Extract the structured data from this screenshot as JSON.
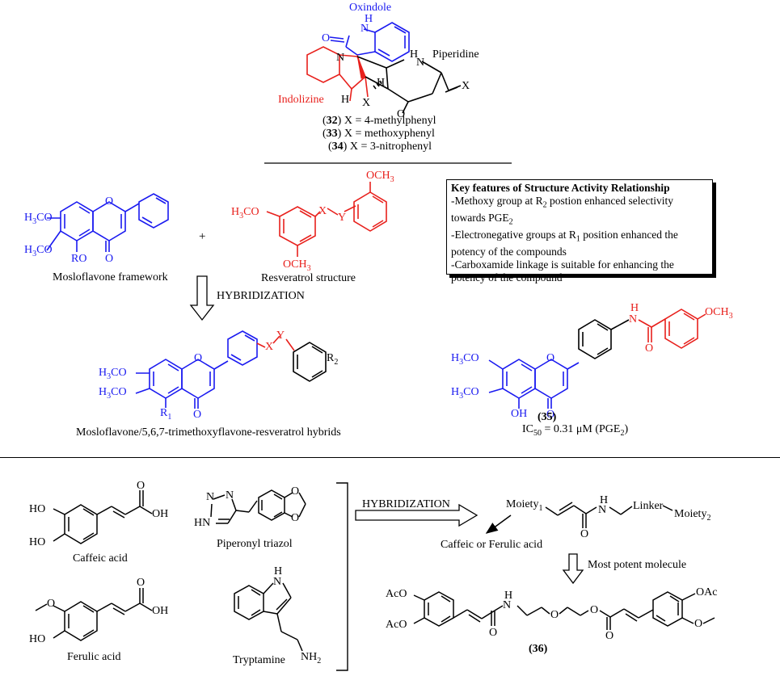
{
  "top": {
    "oxindole_label": "Oxindole",
    "piperidine_label": "Piperidine",
    "indolizine_label": "Indolizine",
    "atoms": {
      "nh": "H",
      "n_nh": "N",
      "o1": "O",
      "n_ring": "N",
      "nh_pip": "N",
      "h_pip": "H",
      "x_sub": "X",
      "x_vinyl": "X",
      "h_bridge": "H",
      "h_hash": "H",
      "o_ketone": "O"
    },
    "compounds": [
      {
        "num": "32",
        "desc": " X = 4-methylphenyl"
      },
      {
        "num": "33",
        "desc": " X = methoxyphenyl"
      },
      {
        "num": "34",
        "desc": " X = 3-nitrophenyl"
      }
    ]
  },
  "middle": {
    "mosloflavone": {
      "h3co_a": "H3CO",
      "h3co_b": "H3CO",
      "ro": "RO",
      "o_ring": "O",
      "o_keto": "O",
      "caption": "Mosloflavone framework"
    },
    "plus": "+",
    "resveratrol": {
      "h3co": "H3CO",
      "och3_top": "OCH3",
      "och3_bottom": "OCH3",
      "x": "X",
      "y": "Y",
      "caption": "Resveratrol structure"
    },
    "hybridization_label": "HYBRIDIZATION",
    "hybrid": {
      "h3co_a": "H3CO",
      "h3co_b": "H3CO",
      "r1": "R1",
      "o_ring": "O",
      "o_keto": "O",
      "x": "X",
      "y": "Y",
      "r2": "R2",
      "caption": "Mosloflavone/5,6,7-trimethoxyflavone-resveratrol hybrids"
    },
    "sar": {
      "title": "Key features of Structure Activity Relationship",
      "points": [
        "-Methoxy group at R2 postion enhanced selectivity towards PGE2",
        "-Electronegative groups at R1 position enhanced the potency of the compounds",
        "-Carboxamide linkage is suitable for enhancing the potency of the compound"
      ]
    },
    "compound35": {
      "h3co_a": "H3CO",
      "h3co_b": "H3CO",
      "oh": "OH",
      "o_ring": "O",
      "o_keto": "O",
      "nh_h": "H",
      "nh_n": "N",
      "amide_o": "O",
      "och3": "OCH3",
      "num": "35",
      "ic50": "IC50 = 0.31 μM (PGE2)"
    }
  },
  "bottom": {
    "caffeic": {
      "ho_a": "HO",
      "ho_b": "HO",
      "o": "O",
      "oh": "OH",
      "caption": "Caffeic acid"
    },
    "ferulic": {
      "o_methoxy": "O",
      "ho": "HO",
      "o": "O",
      "oh": "OH",
      "caption": "Ferulic acid"
    },
    "piperonyl": {
      "n1": "N",
      "n2": "N",
      "hn": "HN",
      "o_a": "O",
      "o_b": "O",
      "caption": "Piperonyl triazol"
    },
    "tryptamine": {
      "h": "H",
      "n": "N",
      "nh2": "NH2",
      "caption": "Tryptamine"
    },
    "hybridization_label": "HYBRIDIZATION",
    "general": {
      "moiety1": "Moiety1",
      "h": "H",
      "n": "N",
      "o": "O",
      "linker": "Linker",
      "moiety2": "Moiety2",
      "pointer_label": "Caffeic or Ferulic acid"
    },
    "most_potent_label": "Most potent molecule",
    "compound36": {
      "aco_a": "AcO",
      "aco_b": "AcO",
      "h": "H",
      "n": "N",
      "o_amide": "O",
      "o_ether": "O",
      "o_ester": "O",
      "o_carbonyl": "O",
      "oac": "OAc",
      "o_methoxy": "O",
      "num": "36"
    }
  },
  "colors": {
    "blue": "#1a1af0",
    "red": "#e8201c",
    "black": "#000000"
  }
}
